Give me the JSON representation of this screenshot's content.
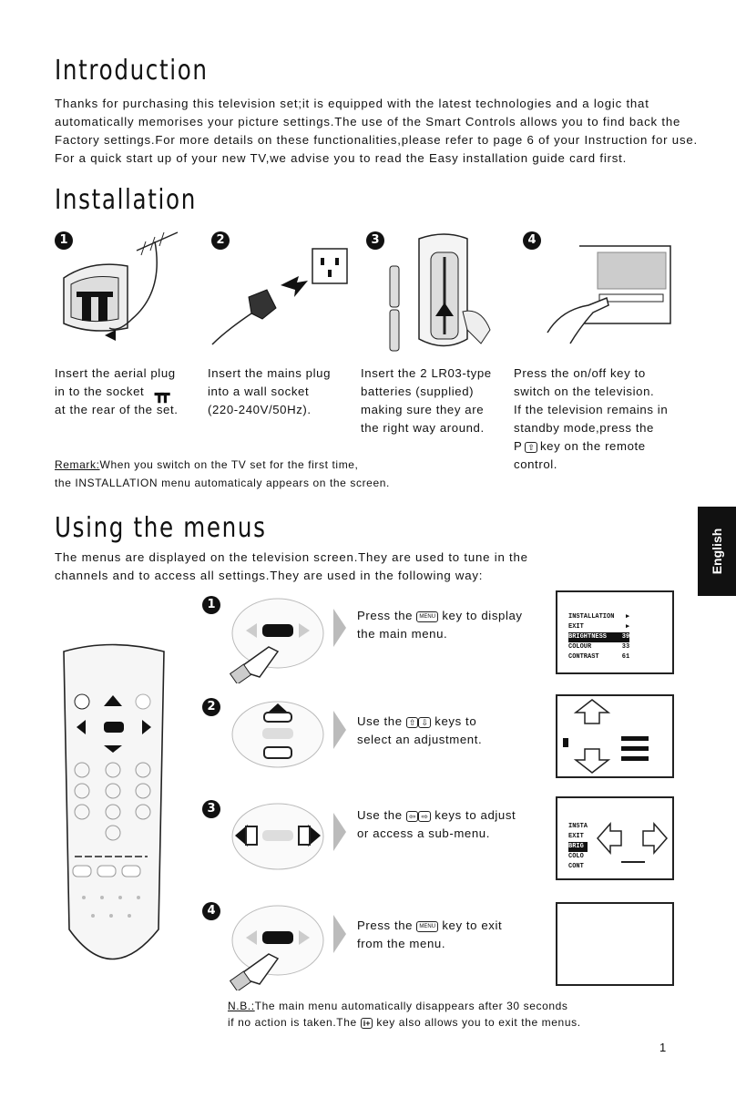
{
  "intro": {
    "title": "Introduction",
    "lines": [
      "Thanks for purchasing this television set;it is equipped with the latest technologies and a logic that",
      "automatically memorises your picture settings.The use of the Smart Controls allows you to find back the",
      "Factory settings.For more details on these functionalities,please refer to page 6 of your Instruction for use.",
      "For a quick start up of your new TV,we advise you to read the Easy installation guide card first."
    ]
  },
  "installation": {
    "title": "Installation",
    "steps": [
      {
        "num": "1",
        "lines": [
          "Insert the aerial plug",
          "in to the socket",
          "at the rear of the set."
        ]
      },
      {
        "num": "2",
        "lines": [
          "Insert the mains plug",
          "into a wall socket",
          "(220-240V/50Hz)."
        ]
      },
      {
        "num": "3",
        "lines": [
          "Insert the 2 LR03-type",
          "batteries (supplied)",
          "making sure they are",
          "the right way around."
        ]
      },
      {
        "num": "4",
        "lines": [
          "Press the on/off key to",
          "switch on the television.",
          "If the television remains in",
          "standby mode,press the",
          "P",
          "key on the remote",
          "control."
        ]
      }
    ],
    "remark_label": "Remark:",
    "remark_line1": "When you switch on the TV set for the first time,",
    "remark_line2": "the INSTALLATION menu automaticaly appears on the screen."
  },
  "menus": {
    "title": "Using the menus",
    "lines": [
      "The menus are displayed on the television screen.They are used to tune in the",
      "channels and to access all settings.They are used in the following way:"
    ],
    "steps": [
      {
        "num": "1",
        "pre": "Press the",
        "key": "MENU",
        "post": "key to display",
        "line2": "the main menu."
      },
      {
        "num": "2",
        "pre": "Use the",
        "key": "",
        "post": "keys to",
        "line2": "select an adjustment."
      },
      {
        "num": "3",
        "pre": "Use the",
        "key": "",
        "post": "keys to adjust",
        "line2": "or access a sub-menu."
      },
      {
        "num": "4",
        "pre": "Press the",
        "key": "MENU",
        "post": "key to exit",
        "line2": "from the menu."
      }
    ],
    "screen1": [
      "INSTALLATION   ▶",
      "EXIT           ▶",
      "BRIGHTNESS    39",
      "COLOUR        33",
      "CONTRAST      61"
    ],
    "screen3": [
      "INSTA",
      "EXIT",
      "BRIG",
      "COLO",
      "CONT"
    ],
    "nb_label": "N.B.:",
    "nb_line1": "The main menu automatically disappears after 30 seconds",
    "nb_line2_pre": "if no action is taken.The",
    "nb_key": "i+",
    "nb_line2_post": "key also allows you to exit the menus."
  },
  "side_tab": "English",
  "page_number": "1"
}
